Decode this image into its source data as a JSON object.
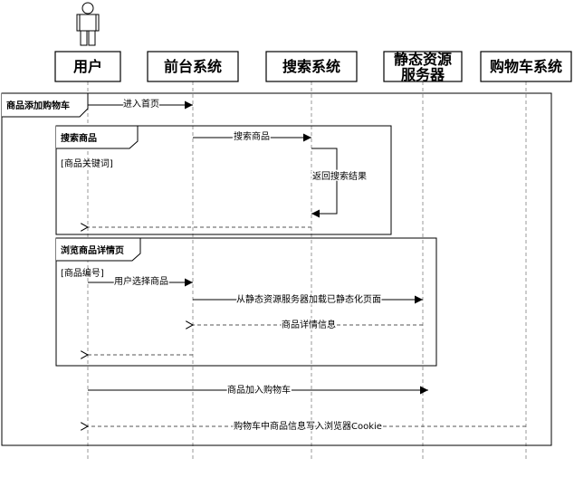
{
  "diagram": {
    "participants": [
      {
        "id": "user",
        "label": "用户",
        "actor": true
      },
      {
        "id": "frontend",
        "label": "前台系统"
      },
      {
        "id": "search",
        "label": "搜索系统"
      },
      {
        "id": "static_line1",
        "label": "静态资源"
      },
      {
        "id": "static_line2",
        "label": "服务器"
      },
      {
        "id": "cart",
        "label": "购物车系统"
      }
    ],
    "frames": {
      "outer": {
        "title": "商品添加购物车"
      },
      "search": {
        "title": "搜索商品",
        "guard": "[商品关键词]"
      },
      "browse": {
        "title": "浏览商品详情页",
        "guard": "[商品编号]"
      }
    },
    "messages": [
      {
        "from": "user",
        "to": "frontend",
        "label": "进入首页",
        "kind": "sync"
      },
      {
        "from": "frontend",
        "to": "search",
        "label": "搜索商品",
        "kind": "sync"
      },
      {
        "from": "search",
        "to": "search",
        "label": "返回搜索结果",
        "kind": "self"
      },
      {
        "from": "search",
        "to": "user",
        "label": "",
        "kind": "return"
      },
      {
        "from": "user",
        "to": "frontend",
        "label": "用户选择商品",
        "kind": "sync"
      },
      {
        "from": "frontend",
        "to": "static",
        "label": "从静态资源服务器加载已静态化页面",
        "kind": "sync"
      },
      {
        "from": "static",
        "to": "frontend",
        "label": "商品详情信息",
        "kind": "return"
      },
      {
        "from": "frontend",
        "to": "user",
        "label": "",
        "kind": "return"
      },
      {
        "from": "user",
        "to": "static",
        "label": "商品加入购物车",
        "kind": "sync"
      },
      {
        "from": "cart",
        "to": "user",
        "label": "购物车中商品信息写入浏览器Cookie",
        "kind": "return"
      }
    ]
  }
}
